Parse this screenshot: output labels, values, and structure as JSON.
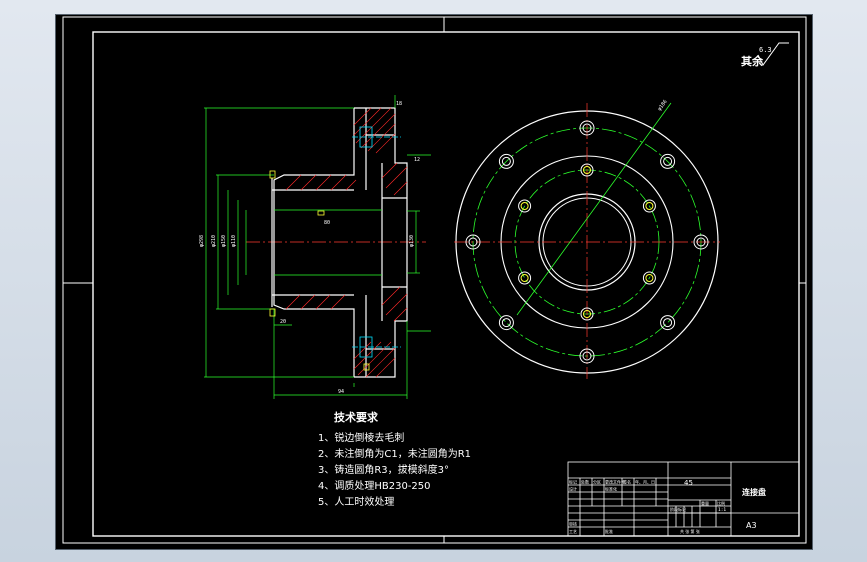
{
  "drawing": {
    "roughness": {
      "label": "其余",
      "value": "6.3"
    },
    "side_view": {
      "dims": {
        "d1": "φ298",
        "d2": "φ210",
        "d3": "φ150",
        "d4": "φ110",
        "d5": "φ130",
        "len1": "80",
        "len2": "20",
        "len3": "94",
        "len4": "18",
        "len5": "12"
      }
    },
    "front_view": {
      "pcd_label": "φ186"
    },
    "tech_requirements": {
      "title": "技术要求",
      "items": [
        "1、锐边倒棱去毛刺",
        "2、未注倒角为C1，未注圆角为R1",
        "3、铸造圆角R3，拔模斜度3°",
        "4、调质处理HB230-250",
        "5、人工时效处理"
      ]
    },
    "title_block": {
      "material": "45",
      "part_name": "连接盘",
      "sheet_mark": "A3",
      "scale": "1:1",
      "header_cells": [
        "标记",
        "处数",
        "分区",
        "更改文件号",
        "签名",
        "年、月、日"
      ],
      "row_design": "设计",
      "row_standard": "标准化",
      "stage_label": "阶段标记",
      "weight_label": "重量",
      "scale_label": "比例",
      "row_review": "审核",
      "row_process": "工艺",
      "row_approve": "批准",
      "sheet_text": "共  张  第  张"
    }
  }
}
